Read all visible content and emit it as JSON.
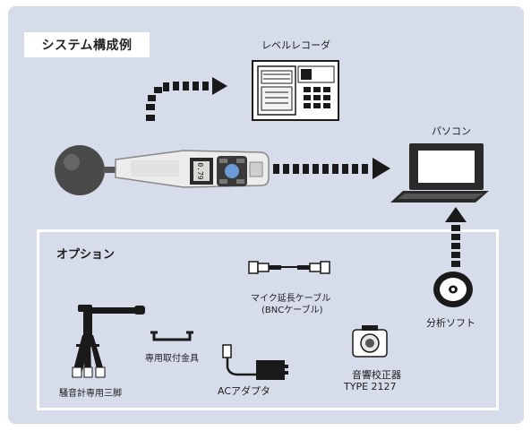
{
  "title": "システム構成例",
  "devices": {
    "recorder": "レベルレコーダ",
    "pc": "パソコン",
    "software": "分析ソフト",
    "meter_display": "0.79"
  },
  "options": {
    "heading": "オプション",
    "tripod": "騒音計専用三脚",
    "mount": "専用取付金具",
    "adapter": "ACアダプタ",
    "cable_line1": "マイク延長ケーブル",
    "cable_line2": "(BNCケーブル)",
    "calibrator_line1": "音響校正器",
    "calibrator_line2": "TYPE 2127"
  }
}
